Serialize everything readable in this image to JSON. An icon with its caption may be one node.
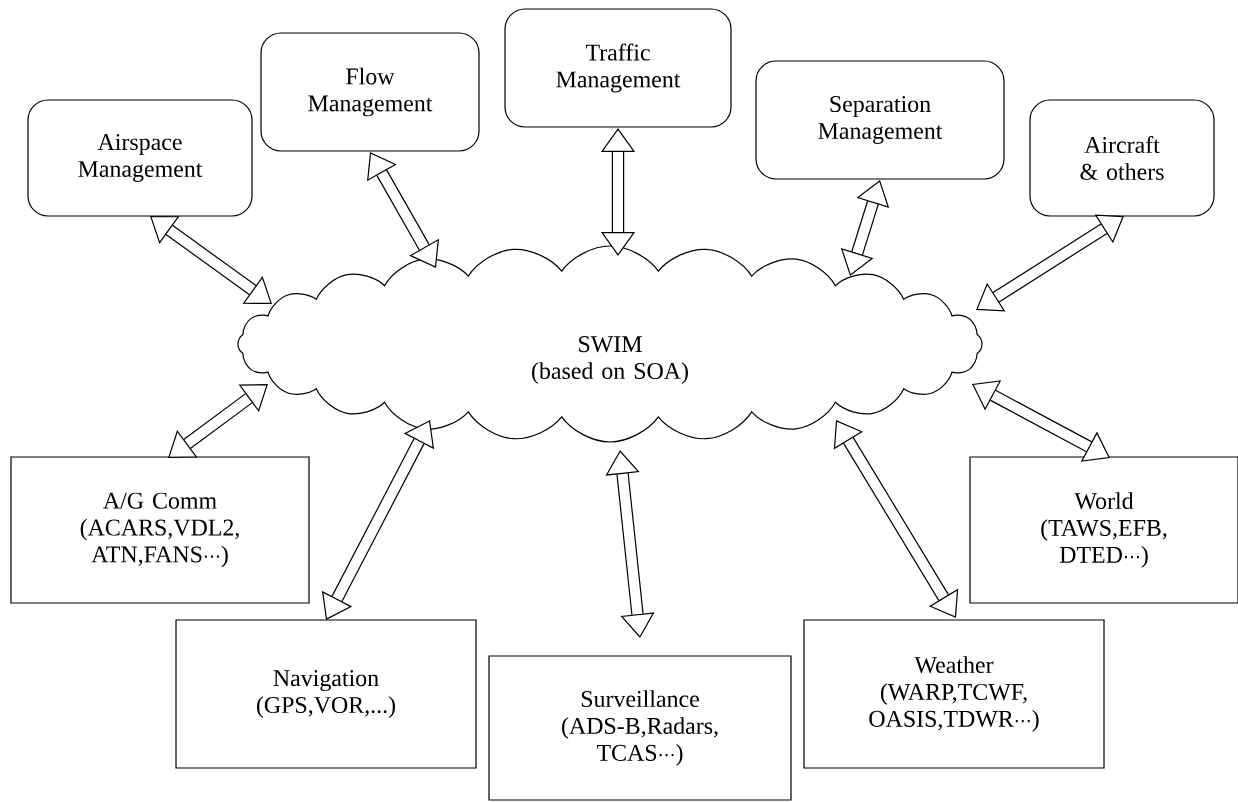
{
  "diagram": {
    "nodes": [
      {
        "text": [
          "SWIM",
          "(based on SOA)"
        ]
      },
      {
        "text": [
          "Airspace Management"
        ]
      },
      {
        "text": [
          "Flow Management"
        ]
      },
      {
        "text": [
          "Traffic Management"
        ]
      },
      {
        "text": [
          "Separation Management"
        ]
      },
      {
        "text": [
          "Aircraft & others"
        ]
      },
      {
        "text": [
          "A/G Comm",
          "(ACARS,VDL2, ATN,FANS⋯)"
        ]
      },
      {
        "text": [
          "Navigation",
          "(GPS,VOR,...)"
        ]
      },
      {
        "text": [
          "Surveillance",
          "(ADS-B,Radars, TCAS⋯)"
        ]
      },
      {
        "text": [
          "Weather",
          "(WARP,TCWF, OASIS,TDWR⋯)"
        ]
      },
      {
        "text": [
          "World",
          "(TAWS,EFB, DTED⋯)"
        ]
      }
    ],
    "edges": [
      {
        "from": 0,
        "to": 1,
        "arrow": "both"
      },
      {
        "from": 0,
        "to": 2,
        "arrow": "both"
      },
      {
        "from": 0,
        "to": 3,
        "arrow": "both"
      },
      {
        "from": 0,
        "to": 4,
        "arrow": "both"
      },
      {
        "from": 0,
        "to": 5,
        "arrow": "both"
      },
      {
        "from": 0,
        "to": 6,
        "arrow": "both"
      },
      {
        "from": 0,
        "to": 7,
        "arrow": "both"
      },
      {
        "from": 0,
        "to": 8,
        "arrow": "both"
      },
      {
        "from": 0,
        "to": 9,
        "arrow": "both"
      },
      {
        "from": 0,
        "to": 10,
        "arrow": "both"
      }
    ]
  }
}
